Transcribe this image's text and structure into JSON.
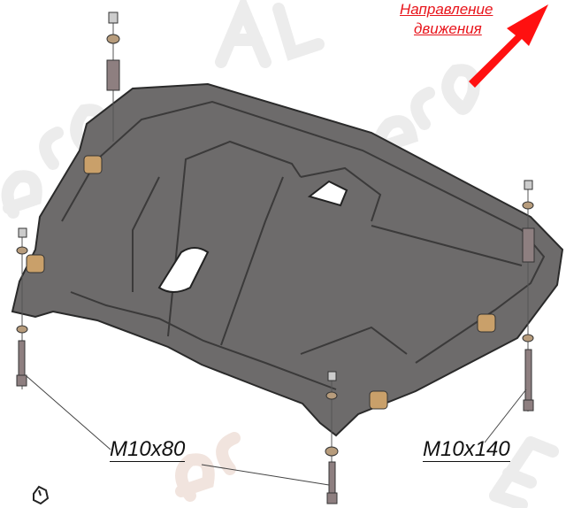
{
  "direction_label": {
    "line1": "Направление",
    "line2": "движения"
  },
  "bolt_labels": {
    "left": "M10x80",
    "right": "M10x140"
  },
  "watermark": "ALFeco",
  "colors": {
    "plate": "#6d6b6b",
    "plate_edge": "#2a2a2a",
    "arrow": "#ff1010",
    "text_red": "#e8141b",
    "washer": "#b79c7c",
    "bolt": "#8e7f80"
  }
}
